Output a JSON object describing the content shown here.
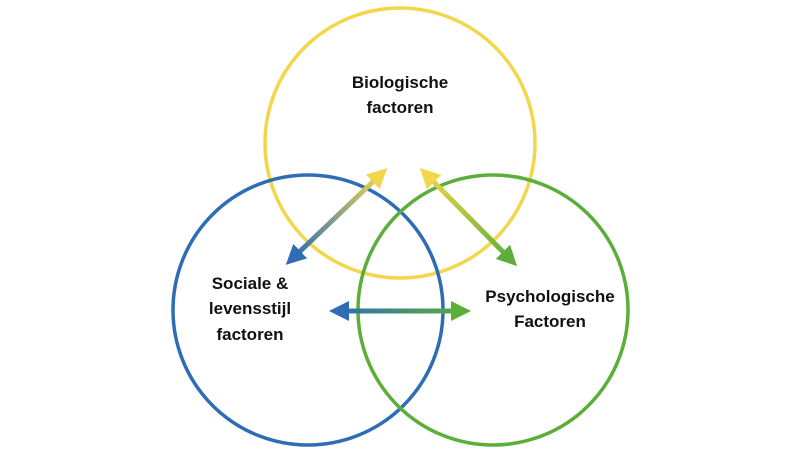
{
  "diagram": {
    "circles": {
      "biological": {
        "label_line1": "Biologische",
        "label_line2": "factoren",
        "color": "#F2D64B"
      },
      "social": {
        "label_line1": "Sociale &",
        "label_line2": "levensstijl",
        "label_line3": "factoren",
        "color": "#2E6DB4"
      },
      "psychological": {
        "label_line1": "Psychologische",
        "label_line2": "Factoren",
        "color": "#5BAE3A"
      }
    },
    "arrows": [
      {
        "from": "social",
        "to": "biological"
      },
      {
        "from": "biological",
        "to": "psychological"
      },
      {
        "from": "social",
        "to": "psychological"
      }
    ]
  }
}
